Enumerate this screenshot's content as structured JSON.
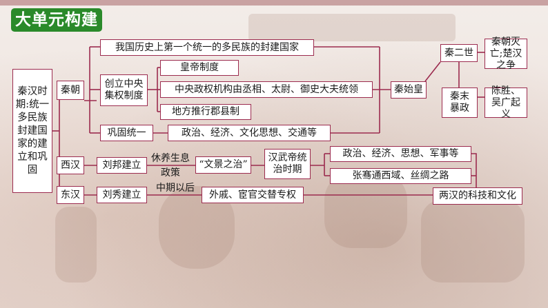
{
  "title": "大单元构建",
  "root": "秦汉时期:统一多民族封建国家的建立和巩固",
  "dynasties": {
    "qin": "秦朝",
    "xihan": "西汉",
    "donghan": "东汉"
  },
  "qin": {
    "top_box": "我国历史上第一个统一的多民族的封建国家",
    "system": "创立中央集权制度",
    "system_items": [
      "皇帝制度",
      "中央政权机构由丞相、太尉、御史大夫统领",
      "地方推行郡县制"
    ],
    "consolidate": "巩固统一",
    "consolidate_detail": "政治、经济、文化思想、交通等",
    "qinshihuang": "秦始皇",
    "qinershi": "秦二世",
    "tyranny": "秦末暴政",
    "uprising": "陈胜、吴广起义",
    "collapse": "秦朝灭亡;楚汉之争"
  },
  "xihan": {
    "founder": "刘邦建立",
    "policy_label": "休养生息政策",
    "wenjing": "“文景之治”",
    "wudi": "汉武帝统治时期",
    "wudi_items": [
      "政治、经济、思想、军事等",
      "张骞通西域、丝绸之路"
    ]
  },
  "donghan": {
    "founder": "刘秀建立",
    "period_label": "中期以后",
    "crisis": "外戚、宦官交替专权"
  },
  "culture": "两汉的科技和文化"
}
